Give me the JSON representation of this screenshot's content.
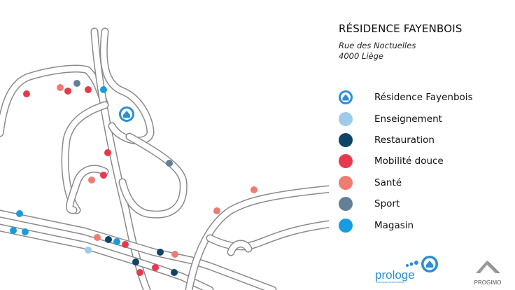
{
  "header": {
    "title": "RÉSIDENCE FAYENBOIS",
    "address_line1": "Rue des Noctuelles",
    "address_line2": "4000 Liège"
  },
  "legend": [
    {
      "label": "Résidence Fayenbois",
      "color": "#2b8fd6",
      "icon": "house-icon"
    },
    {
      "label": "Enseignement",
      "color": "#9ecbeb"
    },
    {
      "label": "Restauration",
      "color": "#0f4467"
    },
    {
      "label": "Mobilité douce",
      "color": "#e63a4c"
    },
    {
      "label": "Santé",
      "color": "#f07b72"
    },
    {
      "label": "Sport",
      "color": "#647f97"
    },
    {
      "label": "Magasin",
      "color": "#1a9be0"
    }
  ],
  "logos": {
    "prologe": "prologe",
    "prologe_sub": "Développement immobilier",
    "progimo": "PROGIMO"
  }
}
